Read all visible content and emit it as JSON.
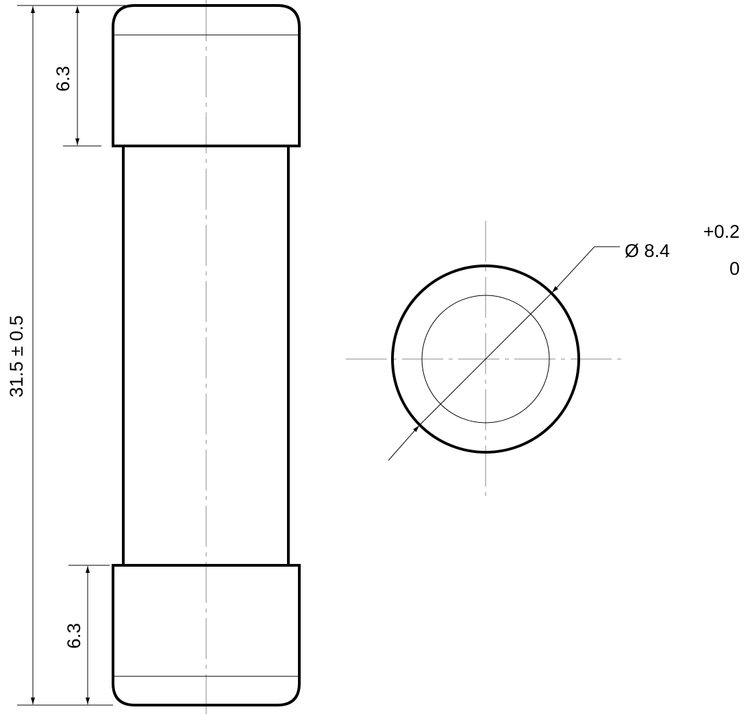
{
  "dimensions": {
    "overall_length": "31.5 ± 0.5",
    "top_cap_length": "6.3",
    "bottom_cap_length": "6.3",
    "diameter": "Ø 8.4",
    "diameter_tol_upper": "+0.2",
    "diameter_tol_lower": "0"
  }
}
